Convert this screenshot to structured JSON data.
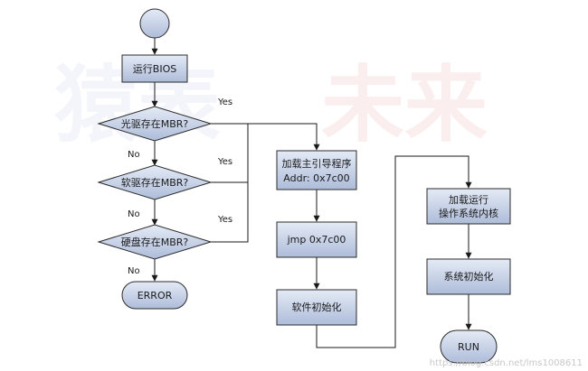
{
  "background_mark": {
    "text_left": "猿表",
    "text_right": "未来",
    "color_left": "#f3f5fb",
    "color_right": "#fbeeee"
  },
  "colors": {
    "node_fill_top": "#e4ebf6",
    "node_fill_bottom": "#aebcd9",
    "node_stroke": "#2b2b2b",
    "line": "#1a1a1a"
  },
  "nodes": {
    "start": "",
    "run_bios": "运行BIOS",
    "optical_mbr": "光驱存在MBR?",
    "floppy_mbr": "软驱存在MBR?",
    "disk_mbr": "硬盘存在MBR?",
    "error": "ERROR",
    "load_mbr": [
      "加载主引导程序",
      "Addr: 0x7c00"
    ],
    "jmp": "jmp 0x7c00",
    "software_init": "软件初始化",
    "load_kernel": [
      "加载运行",
      "操作系统内核"
    ],
    "system_init": "系统初始化",
    "run": "RUN"
  },
  "edge_labels": {
    "yes_1": "Yes",
    "yes_2": "Yes",
    "yes_3": "Yes",
    "no_1": "No",
    "no_2": "No",
    "no_3": "No"
  },
  "watermark": "https://blog.csdn.net/lms1008611"
}
